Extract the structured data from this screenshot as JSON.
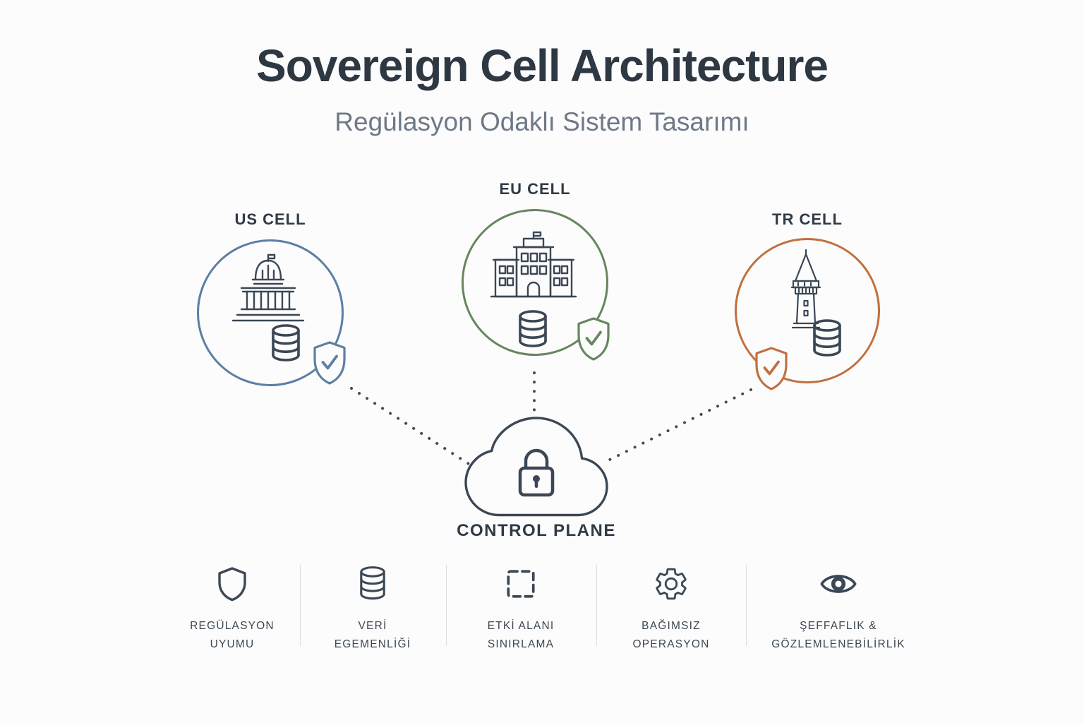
{
  "header": {
    "title": "Sovereign Cell Architecture",
    "subtitle": "Regülasyon Odaklı Sistem Tasarımı"
  },
  "cells": [
    {
      "label": "US CELL",
      "accent_color": "#5d7fa4",
      "icons": [
        "capitol-building-icon",
        "database-icon",
        "shield-check-icon"
      ]
    },
    {
      "label": "EU CELL",
      "accent_color": "#66875f",
      "icons": [
        "parliament-building-icon",
        "database-icon",
        "shield-check-icon"
      ]
    },
    {
      "label": "TR CELL",
      "accent_color": "#c1713d",
      "icons": [
        "galata-tower-icon",
        "database-icon",
        "shield-check-icon"
      ]
    }
  ],
  "control_plane": {
    "label": "CONTROL PLANE",
    "icon": "cloud-lock-icon"
  },
  "features": [
    {
      "icon": "shield-icon",
      "lines": [
        "REGÜLASYON",
        "UYUMU"
      ]
    },
    {
      "icon": "database-icon",
      "lines": [
        "VERİ",
        "EGEMENLİĞİ"
      ]
    },
    {
      "icon": "dashed-boundary-icon",
      "lines": [
        "ETKİ ALANI",
        "SINIRLAMA"
      ]
    },
    {
      "icon": "gear-icon",
      "lines": [
        "BAĞIMSIZ",
        "OPERASYON"
      ]
    },
    {
      "icon": "eye-icon",
      "lines": [
        "ŞEFFAFLIK &",
        "GÖZLEMLENEBİLİRLİK"
      ]
    }
  ],
  "colors": {
    "background": "#fcfcfd",
    "title": "#2e3843",
    "subtitle": "#6e7986",
    "us_accent": "#5d7fa4",
    "eu_accent": "#66875f",
    "tr_accent": "#c1713d",
    "icon_stroke": "#3b4754",
    "connector_dots": "#4a4a4a",
    "divider": "#d9dde2"
  }
}
